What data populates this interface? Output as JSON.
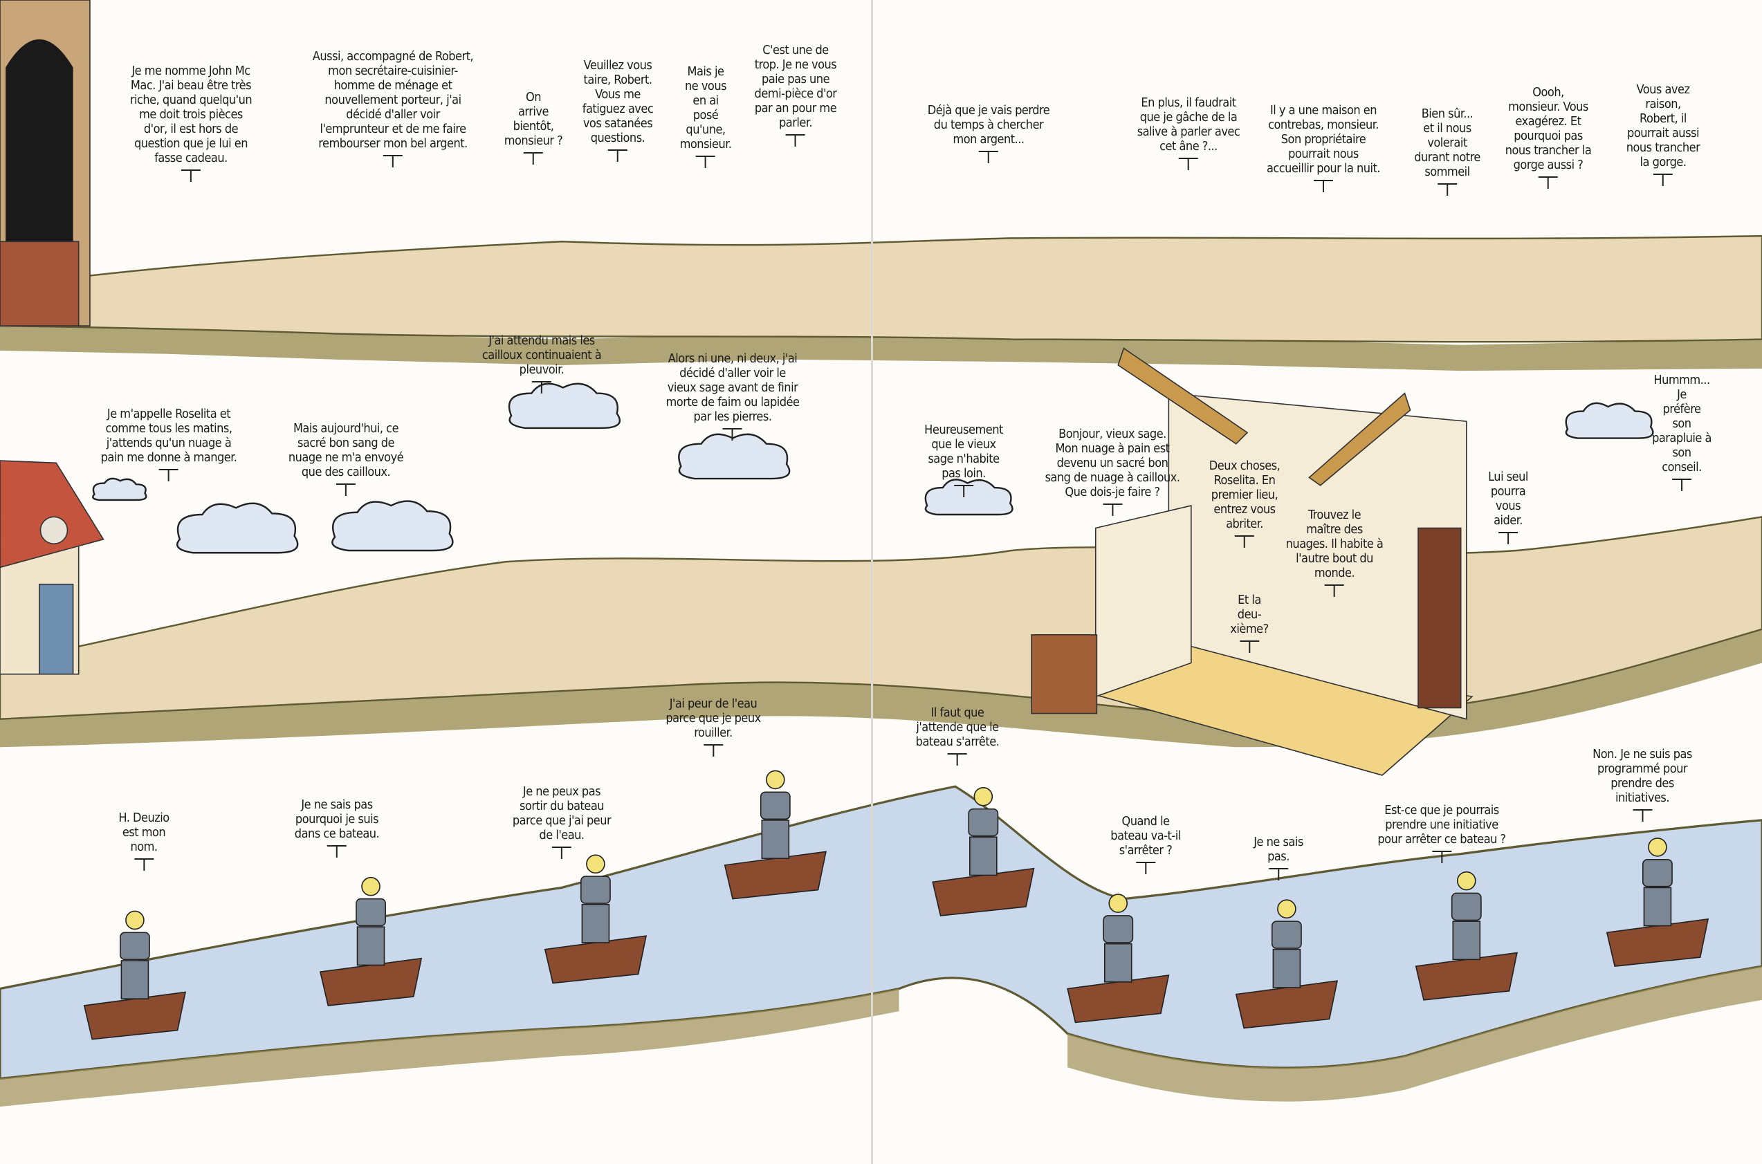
{
  "colors": {
    "path": "#e9d9b6",
    "path_edge": "#9c8f55",
    "river": "#c9d8ea",
    "river_edge": "#7e7a45",
    "cloud": "#dfe7f3",
    "boat": "#8a4b2e",
    "robot": "#7c8795",
    "bulb": "#f3e27a",
    "house_roof": "#c5543e"
  },
  "strip_1": {
    "bubbles": [
      {
        "text": "Je me nomme John Mc\nMac. J'ai beau être très\nriche, quand quelqu'un\nme doit trois pièces\nd'or, il est hors de\nquestion que je lui en\nfasse cadeau."
      },
      {
        "text": "Aussi, accompagné de Robert,\nmon secrétaire-cuisinier-\nhomme de ménage et\nnouvellement porteur, j'ai\ndécidé d'aller voir\nl'emprunteur et de me faire\nrembourser mon bel argent."
      },
      {
        "text": "On\narrive\nbientôt,\nmonsieur ?"
      },
      {
        "text": "Veuillez vous\ntaire, Robert.\nVous me\nfatiguez avec\nvos satanées\nquestions."
      },
      {
        "text": "Mais je\nne vous\nen ai\nposé\nqu'une,\nmonsieur."
      },
      {
        "text": "C'est une de\ntrop. Je ne vous\npaie pas une\ndemi-pièce d'or\npar an pour me\nparler."
      },
      {
        "text": "Déjà que je vais perdre\ndu temps à chercher\nmon argent..."
      },
      {
        "text": "En plus, il faudrait\nque je gâche de la\nsalive à parler avec\ncet âne ?..."
      },
      {
        "text": "Il y a une maison en\ncontrebas, monsieur.\nSon propriétaire\npourrait nous\naccueillir pour la nuit."
      },
      {
        "text": "Bien sûr...\net il nous\nvolerait\ndurant notre\nsommeil"
      },
      {
        "text": "Oooh,\nmonsieur. Vous\nexagérez. Et\npourquoi pas\nnous trancher la\ngorge aussi ?"
      },
      {
        "text": "Vous avez\nraison,\nRobert, il\npourrait aussi\nnous trancher\nla gorge."
      }
    ]
  },
  "strip_2": {
    "bubbles": [
      {
        "text": "Je m'appelle Roselita et\ncomme tous les matins,\nj'attends qu'un nuage à\npain me donne à manger."
      },
      {
        "text": "Mais aujourd'hui, ce\nsacré bon sang de\nnuage ne m'a envoyé\nque des cailloux."
      },
      {
        "text": "J'ai attendu mais les\ncailloux continuaient à\npleuvoir."
      },
      {
        "text": "Alors ni une, ni deux, j'ai\ndécidé d'aller voir le\nvieux sage avant de finir\nmorte de faim ou lapidée\npar les pierres."
      },
      {
        "text": "Heureusement\nque le vieux\nsage n'habite\npas loin."
      },
      {
        "text": "Bonjour, vieux sage.\nMon nuage à pain est\ndevenu un sacré bon\nsang de nuage à cailloux.\nQue dois-je faire ?"
      },
      {
        "text": "Deux choses,\nRoselita. En\npremier lieu,\nentrez vous\nabriter."
      },
      {
        "text": "Trouvez le\nmaître des\nnuages. Il habite à\nl'autre bout du\nmonde."
      },
      {
        "text": "Et la\ndeu-\nxième?"
      },
      {
        "text": "Lui seul\npourra\nvous\naider."
      },
      {
        "text": "Hummm...\nJe\npréfère\nson\nparapluie à\nson\nconseil."
      }
    ]
  },
  "strip_3": {
    "bubbles": [
      {
        "text": "H. Deuzio\nest mon\nnom."
      },
      {
        "text": "Je ne sais pas\npourquoi je suis\ndans ce bateau."
      },
      {
        "text": "Je ne peux pas\nsortir du bateau\nparce que j'ai peur\nde l'eau."
      },
      {
        "text": "J'ai peur de l'eau\nparce que je peux\nrouiller."
      },
      {
        "text": "Il faut que\nj'attende que le\nbateau s'arrête."
      },
      {
        "text": "Quand le\nbateau va-t-il\ns'arrêter ?"
      },
      {
        "text": "Je ne sais\npas."
      },
      {
        "text": "Est-ce que je pourrais\nprendre une initiative\npour arrêter ce bateau ?"
      },
      {
        "text": "Non. Je ne suis pas\nprogrammé pour\nprendre des initiatives."
      }
    ]
  }
}
